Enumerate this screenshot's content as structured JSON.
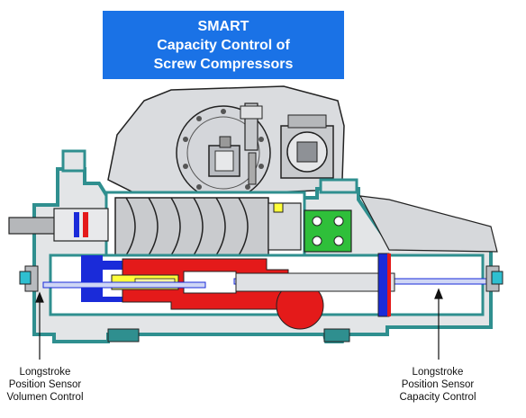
{
  "title": {
    "line1": "SMART",
    "line2": "Capacity Control of",
    "line3": "Screw Compressors"
  },
  "labels": {
    "left": {
      "line1": "Longstroke",
      "line2": "Position Sensor",
      "line3": "Volumen Control"
    },
    "right": {
      "line1": "Longstroke",
      "line2": "Position Sensor",
      "line3": "Capacity Control"
    }
  },
  "colors": {
    "title_bg": "#1a72e6",
    "casing": "#2f8f8f",
    "casing_fill": "#d9dcdf",
    "piston": "#e41a1a",
    "oil_channel": "#1a2bd9",
    "sensor_yellow": "#ffff3a",
    "coupling_green": "#2fbf3a"
  }
}
